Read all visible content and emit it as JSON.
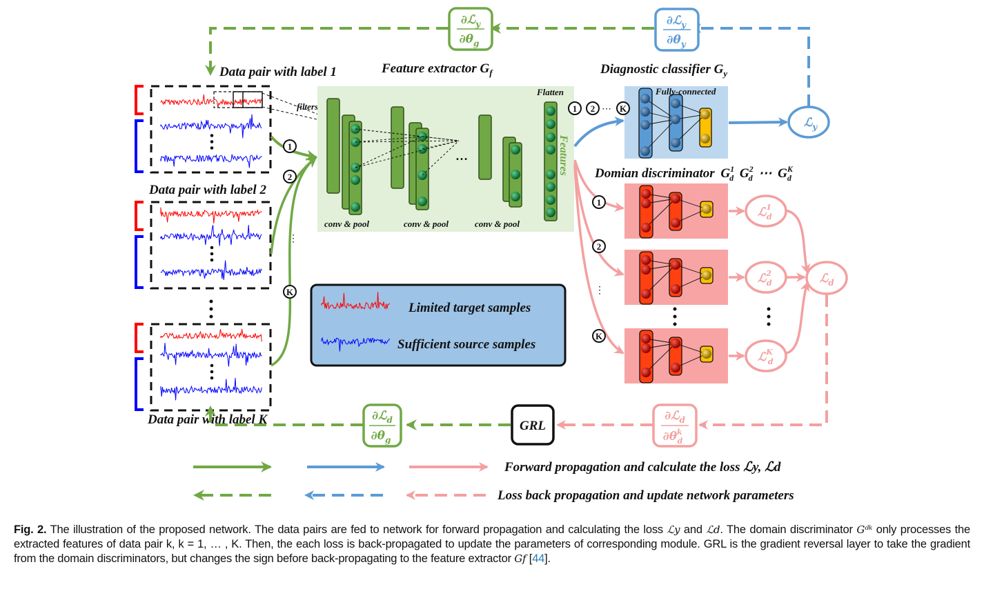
{
  "figure": {
    "titles": {
      "feature_extractor": "Feature extractor G",
      "feature_extractor_sub": "f",
      "diagnostic_classifier": "Diagnostic classifier G",
      "diagnostic_classifier_sub": "y",
      "domain_discriminator": "Domian discriminator",
      "domain_discriminator_terms": [
        "G",
        "G",
        "⋯",
        "G"
      ],
      "domain_discriminator_sups": [
        "1",
        "2",
        "",
        "K"
      ],
      "domain_discriminator_sub": "d"
    },
    "data_pairs": [
      {
        "label": "Data pair with label 1"
      },
      {
        "label": "Data pair with label 2"
      },
      {
        "label": "Data pair with label K"
      }
    ],
    "feature_extractor": {
      "filters_label": "filters",
      "flatten_label": "Flatten",
      "features_label": "Features",
      "layer_labels": [
        "conv & pool",
        "conv & pool",
        "conv & pool"
      ],
      "ellipsis": "…"
    },
    "classifier": {
      "fc_label": "Fully-connected",
      "input_markers": [
        "1",
        "2",
        "⋯",
        "K"
      ],
      "loss_label": "ℒ",
      "loss_sub": "y"
    },
    "discriminators": [
      {
        "marker": "1",
        "loss": "ℒ",
        "loss_sub": "d",
        "loss_sup": "1"
      },
      {
        "marker": "2",
        "loss": "ℒ",
        "loss_sub": "d",
        "loss_sup": "2"
      },
      {
        "marker": "K",
        "loss": "ℒ",
        "loss_sub": "d",
        "loss_sup": "K"
      }
    ],
    "total_domain_loss": {
      "label": "ℒ",
      "sub": "d"
    },
    "input_markers": [
      "1",
      "2",
      "K"
    ],
    "gradients": {
      "top_green": {
        "num": "∂ℒ",
        "num_sub": "y",
        "den": "∂θ",
        "den_sub": "g"
      },
      "top_blue": {
        "num": "∂ℒ",
        "num_sub": "y",
        "den": "∂θ",
        "den_sub": "y"
      },
      "bottom_green": {
        "num": "∂ℒ",
        "num_sub": "d",
        "den": "∂θ",
        "den_sub": "g"
      },
      "bottom_pink": {
        "num": "∂ℒ",
        "num_sub": "d",
        "den": "∂θ",
        "den_sub": "d",
        "den_sup": "k"
      }
    },
    "grl_label": "GRL",
    "sample_legend": {
      "target": "Limited target samples",
      "source": "Sufficient source samples"
    },
    "arrow_legend": {
      "forward": "Forward propagation and calculate the loss ℒy, ℒd",
      "forward_text": "Forward propagation and calculate the loss ",
      "backward": "Loss back propagation and update network parameters"
    },
    "colors": {
      "green": "#70a845",
      "blue": "#5b9bd5",
      "pink": "#f4a0a0",
      "feature_bg": "#e2efd9",
      "classifier_bg": "#bdd7ee",
      "disc_bg": "#f8a4a4",
      "legend_bg": "#9dc3e6",
      "signal_red": "#ff0000",
      "signal_blue": "#0000ff",
      "neuron_green": "#0b7a3a",
      "neuron_blue": "#2e5f8f",
      "neuron_red": "#c00000",
      "neuron_yellow": "#d4a000"
    }
  },
  "caption": {
    "fig_label": "Fig. 2.",
    "part1": " The illustration of the proposed network. The data pairs are fed to network for forward propagation and calculating the loss ",
    "ly": "ℒy",
    "part2": " and ",
    "ld": "ℒd",
    "part3": ". The domain discriminator ",
    "gdk": "Gᵈᵏ",
    "part4": " only processes the extracted features of data pair k, k = 1, … , K. Then, the each loss is back-propagated to update the parameters of corresponding module. GRL is the gradient reversal layer to take the gradient from the domain discriminators, but changes the sign before back-propagating to the feature extractor ",
    "gf": "Gf",
    "ref_open": " [",
    "ref": "44",
    "ref_close": "]."
  }
}
